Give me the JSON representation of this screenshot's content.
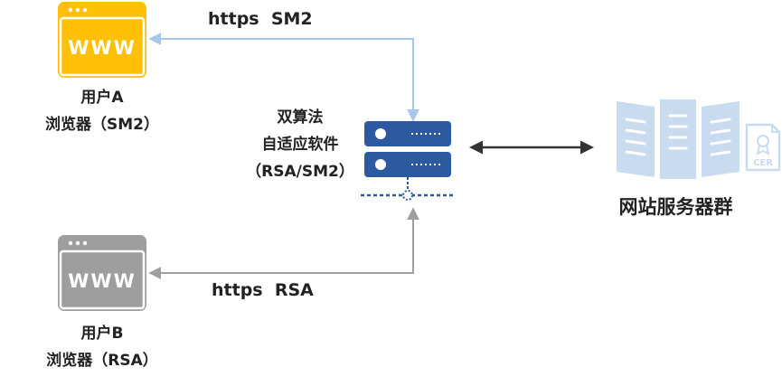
{
  "user_a": {
    "browser_text": "WWW",
    "label_line1": "用户A",
    "label_line2": "浏览器（SM2）"
  },
  "user_b": {
    "browser_text": "WWW",
    "label_line1": "用户B",
    "label_line2": "浏览器（RSA）"
  },
  "server": {
    "label_line1": "双算法",
    "label_line2": "自适应软件",
    "label_line3": "（RSA/SM2）"
  },
  "server_group": {
    "label": "网站服务器群",
    "cert_text": "CER"
  },
  "links": {
    "top": "https  SM2",
    "bottom": "https  RSA"
  },
  "colors": {
    "yellow": "#FFC107",
    "gray": "#9E9E9E",
    "server_blue": "#2B5AA0",
    "light_blue_line": "#A8C8EA",
    "server_group": "#C9DBEE",
    "dark_arrow": "#333333"
  }
}
